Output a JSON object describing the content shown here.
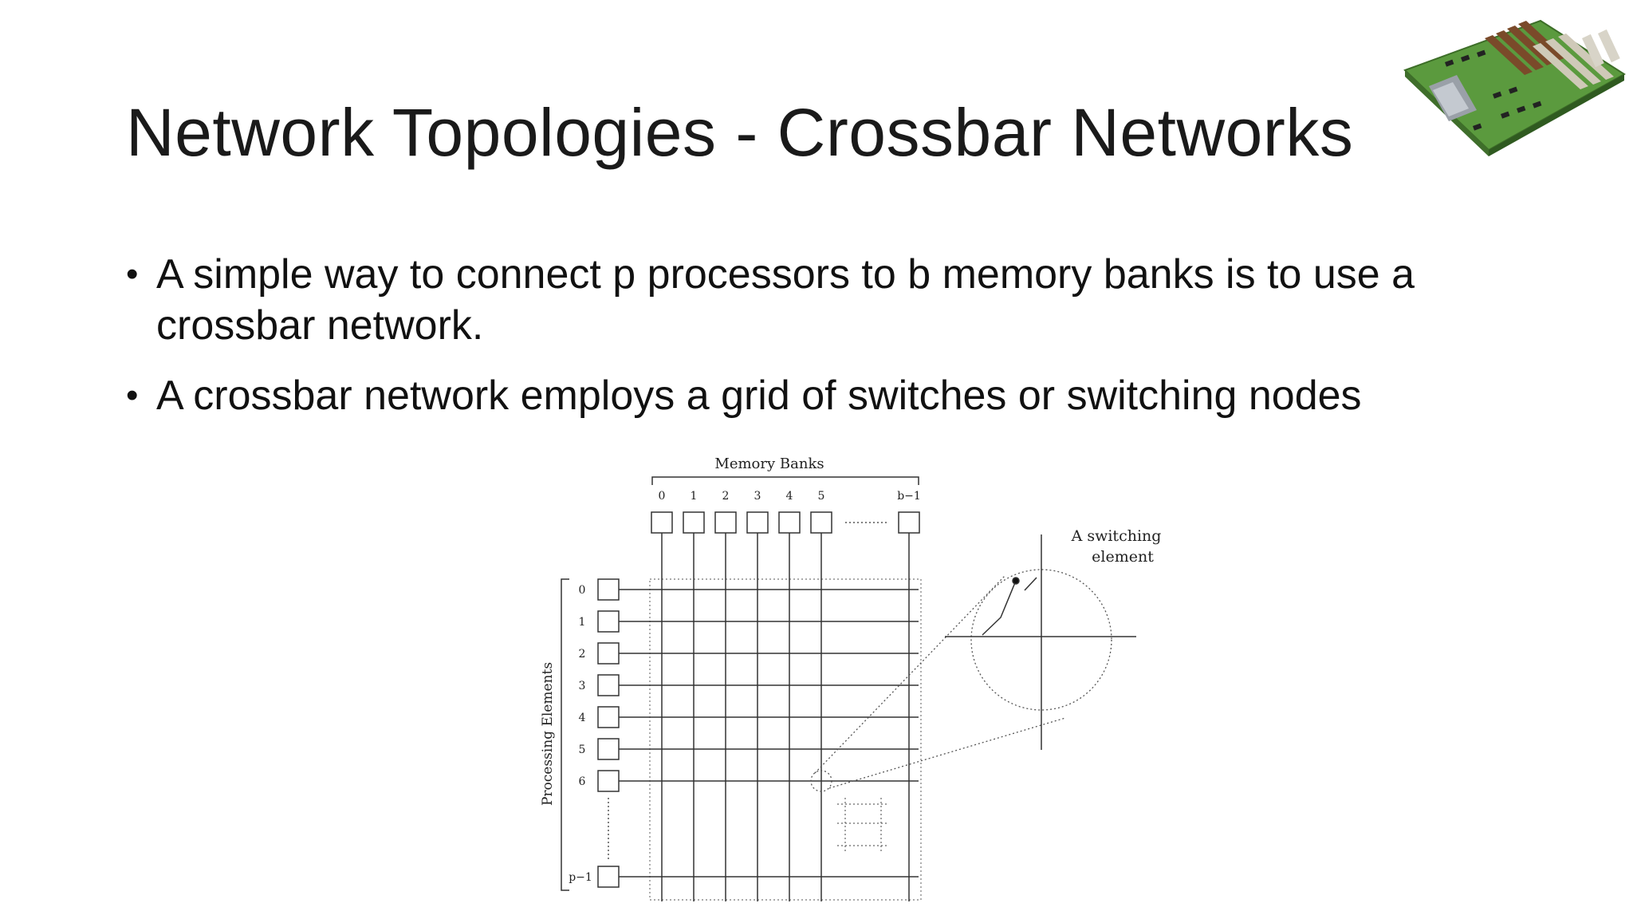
{
  "slide": {
    "title": "Network Topologies - Crossbar Networks",
    "bullets": [
      "A simple way to connect p processors to b memory banks is to use a crossbar network.",
      "A crossbar network employs a grid of switches or switching nodes"
    ]
  },
  "diagram": {
    "memory_banks_label": "Memory Banks",
    "processing_elements_label": "Processing Elements",
    "bank_labels": [
      "0",
      "1",
      "2",
      "3",
      "4",
      "5",
      "b−1"
    ],
    "pe_labels": [
      "0",
      "1",
      "2",
      "3",
      "4",
      "5",
      "6",
      "p−1"
    ],
    "switch_label_line1": "A switching",
    "switch_label_line2": "element"
  },
  "icons": {
    "decoration": "motherboard-icon"
  }
}
